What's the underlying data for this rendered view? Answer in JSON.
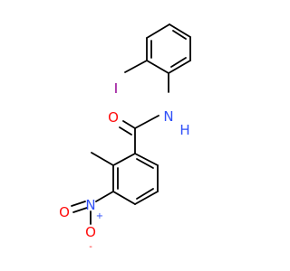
{
  "molecule": {
    "atoms": {
      "iodine": {
        "symbol": "I",
        "color": "#940094"
      },
      "amide_n": {
        "symbol": "N",
        "color": "#3050F8"
      },
      "amide_h": {
        "symbol": "H",
        "color": "#3050F8"
      },
      "carbonyl_o": {
        "symbol": "O",
        "color": "#FF0D0D"
      },
      "nitro_n": {
        "symbol": "N",
        "color": "#3050F8"
      },
      "nitro_n_charge": {
        "symbol": "+",
        "color": "#3050F8"
      },
      "nitro_o_double": {
        "symbol": "O",
        "color": "#FF0D0D"
      },
      "nitro_o_single": {
        "symbol": "O",
        "color": "#FF0D0D"
      },
      "nitro_o_charge": {
        "symbol": "-",
        "color": "#FF0D0D"
      }
    },
    "bond_color": "#000000"
  }
}
